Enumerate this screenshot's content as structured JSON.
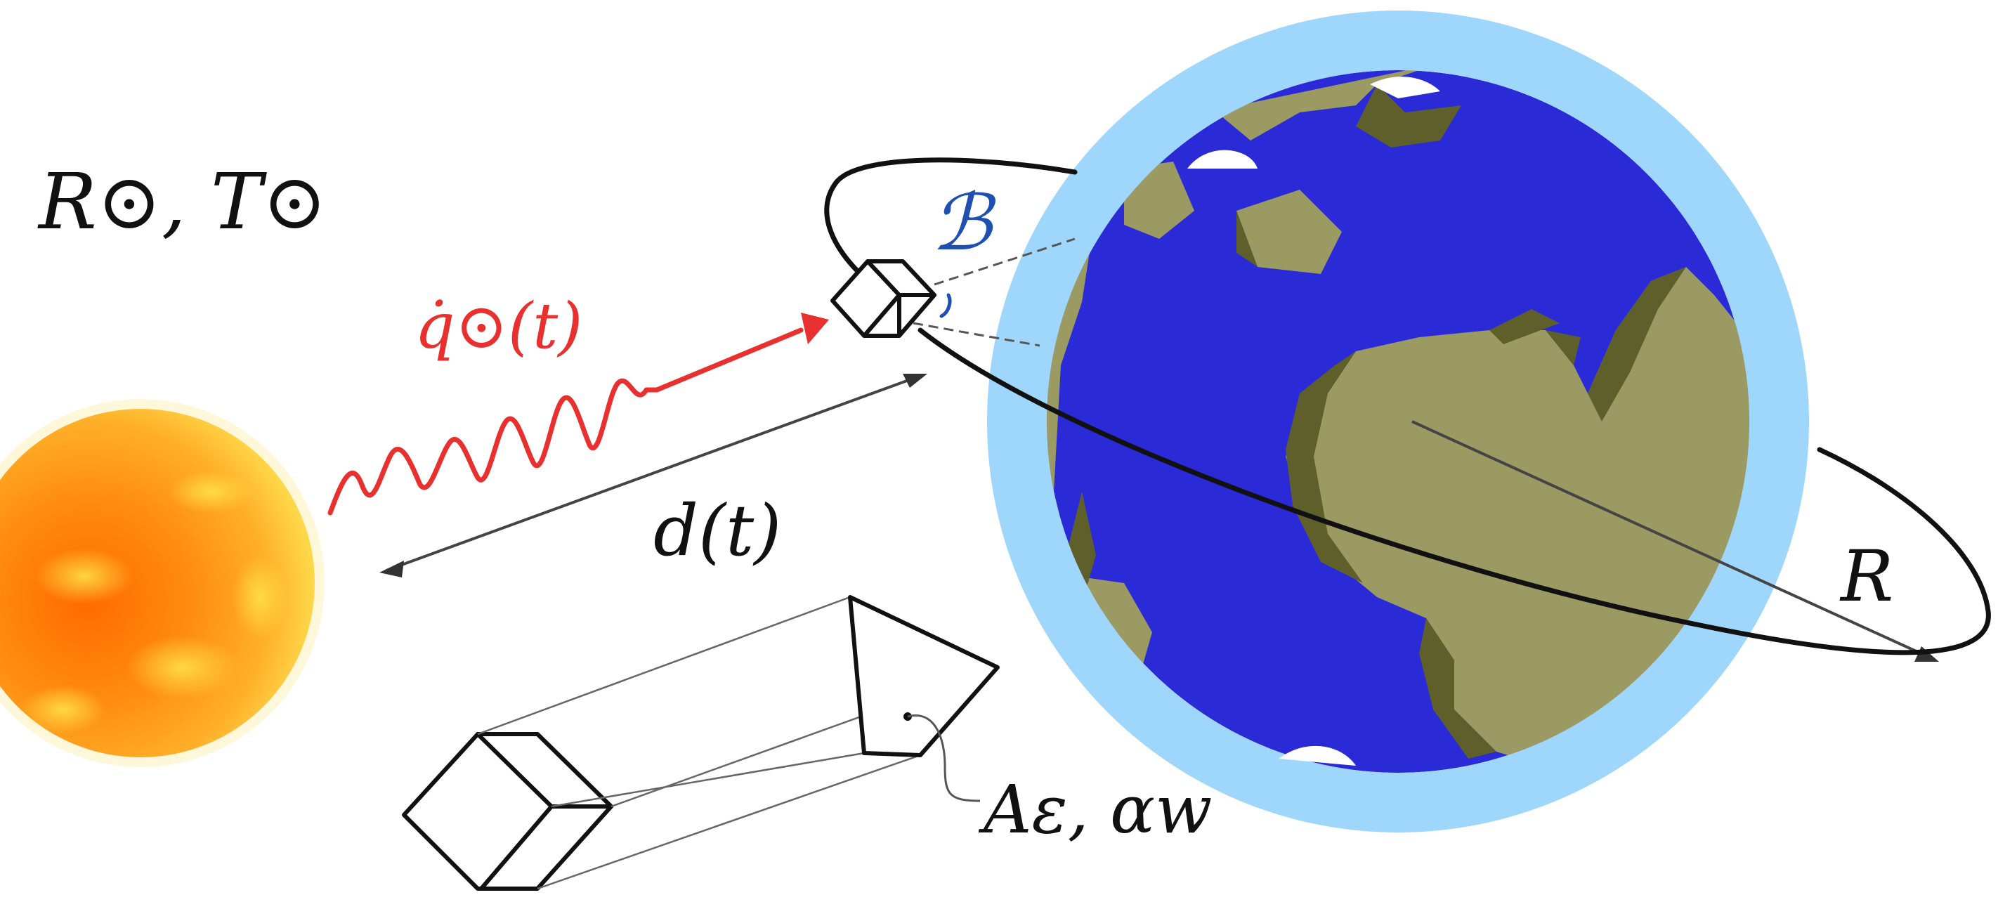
{
  "labels": {
    "sun_params": "R⊙, T⊙",
    "heat_flux": "q̇⊙(t)",
    "distance": "d(t)",
    "attitude": "ℬ",
    "radius": "R",
    "surface_props": "Aε, αw"
  },
  "colors": {
    "sun_core": "#ff8a00",
    "sun_edge": "#ffd23a",
    "ocean": "#2a2ad6",
    "land": "#9c9a63",
    "land_shadow": "#5f5f2c",
    "atmosphere": "#9fd6fb",
    "heat_arrow": "#e8302e",
    "attitude_label": "#1f4fb0",
    "ink": "#111111"
  }
}
